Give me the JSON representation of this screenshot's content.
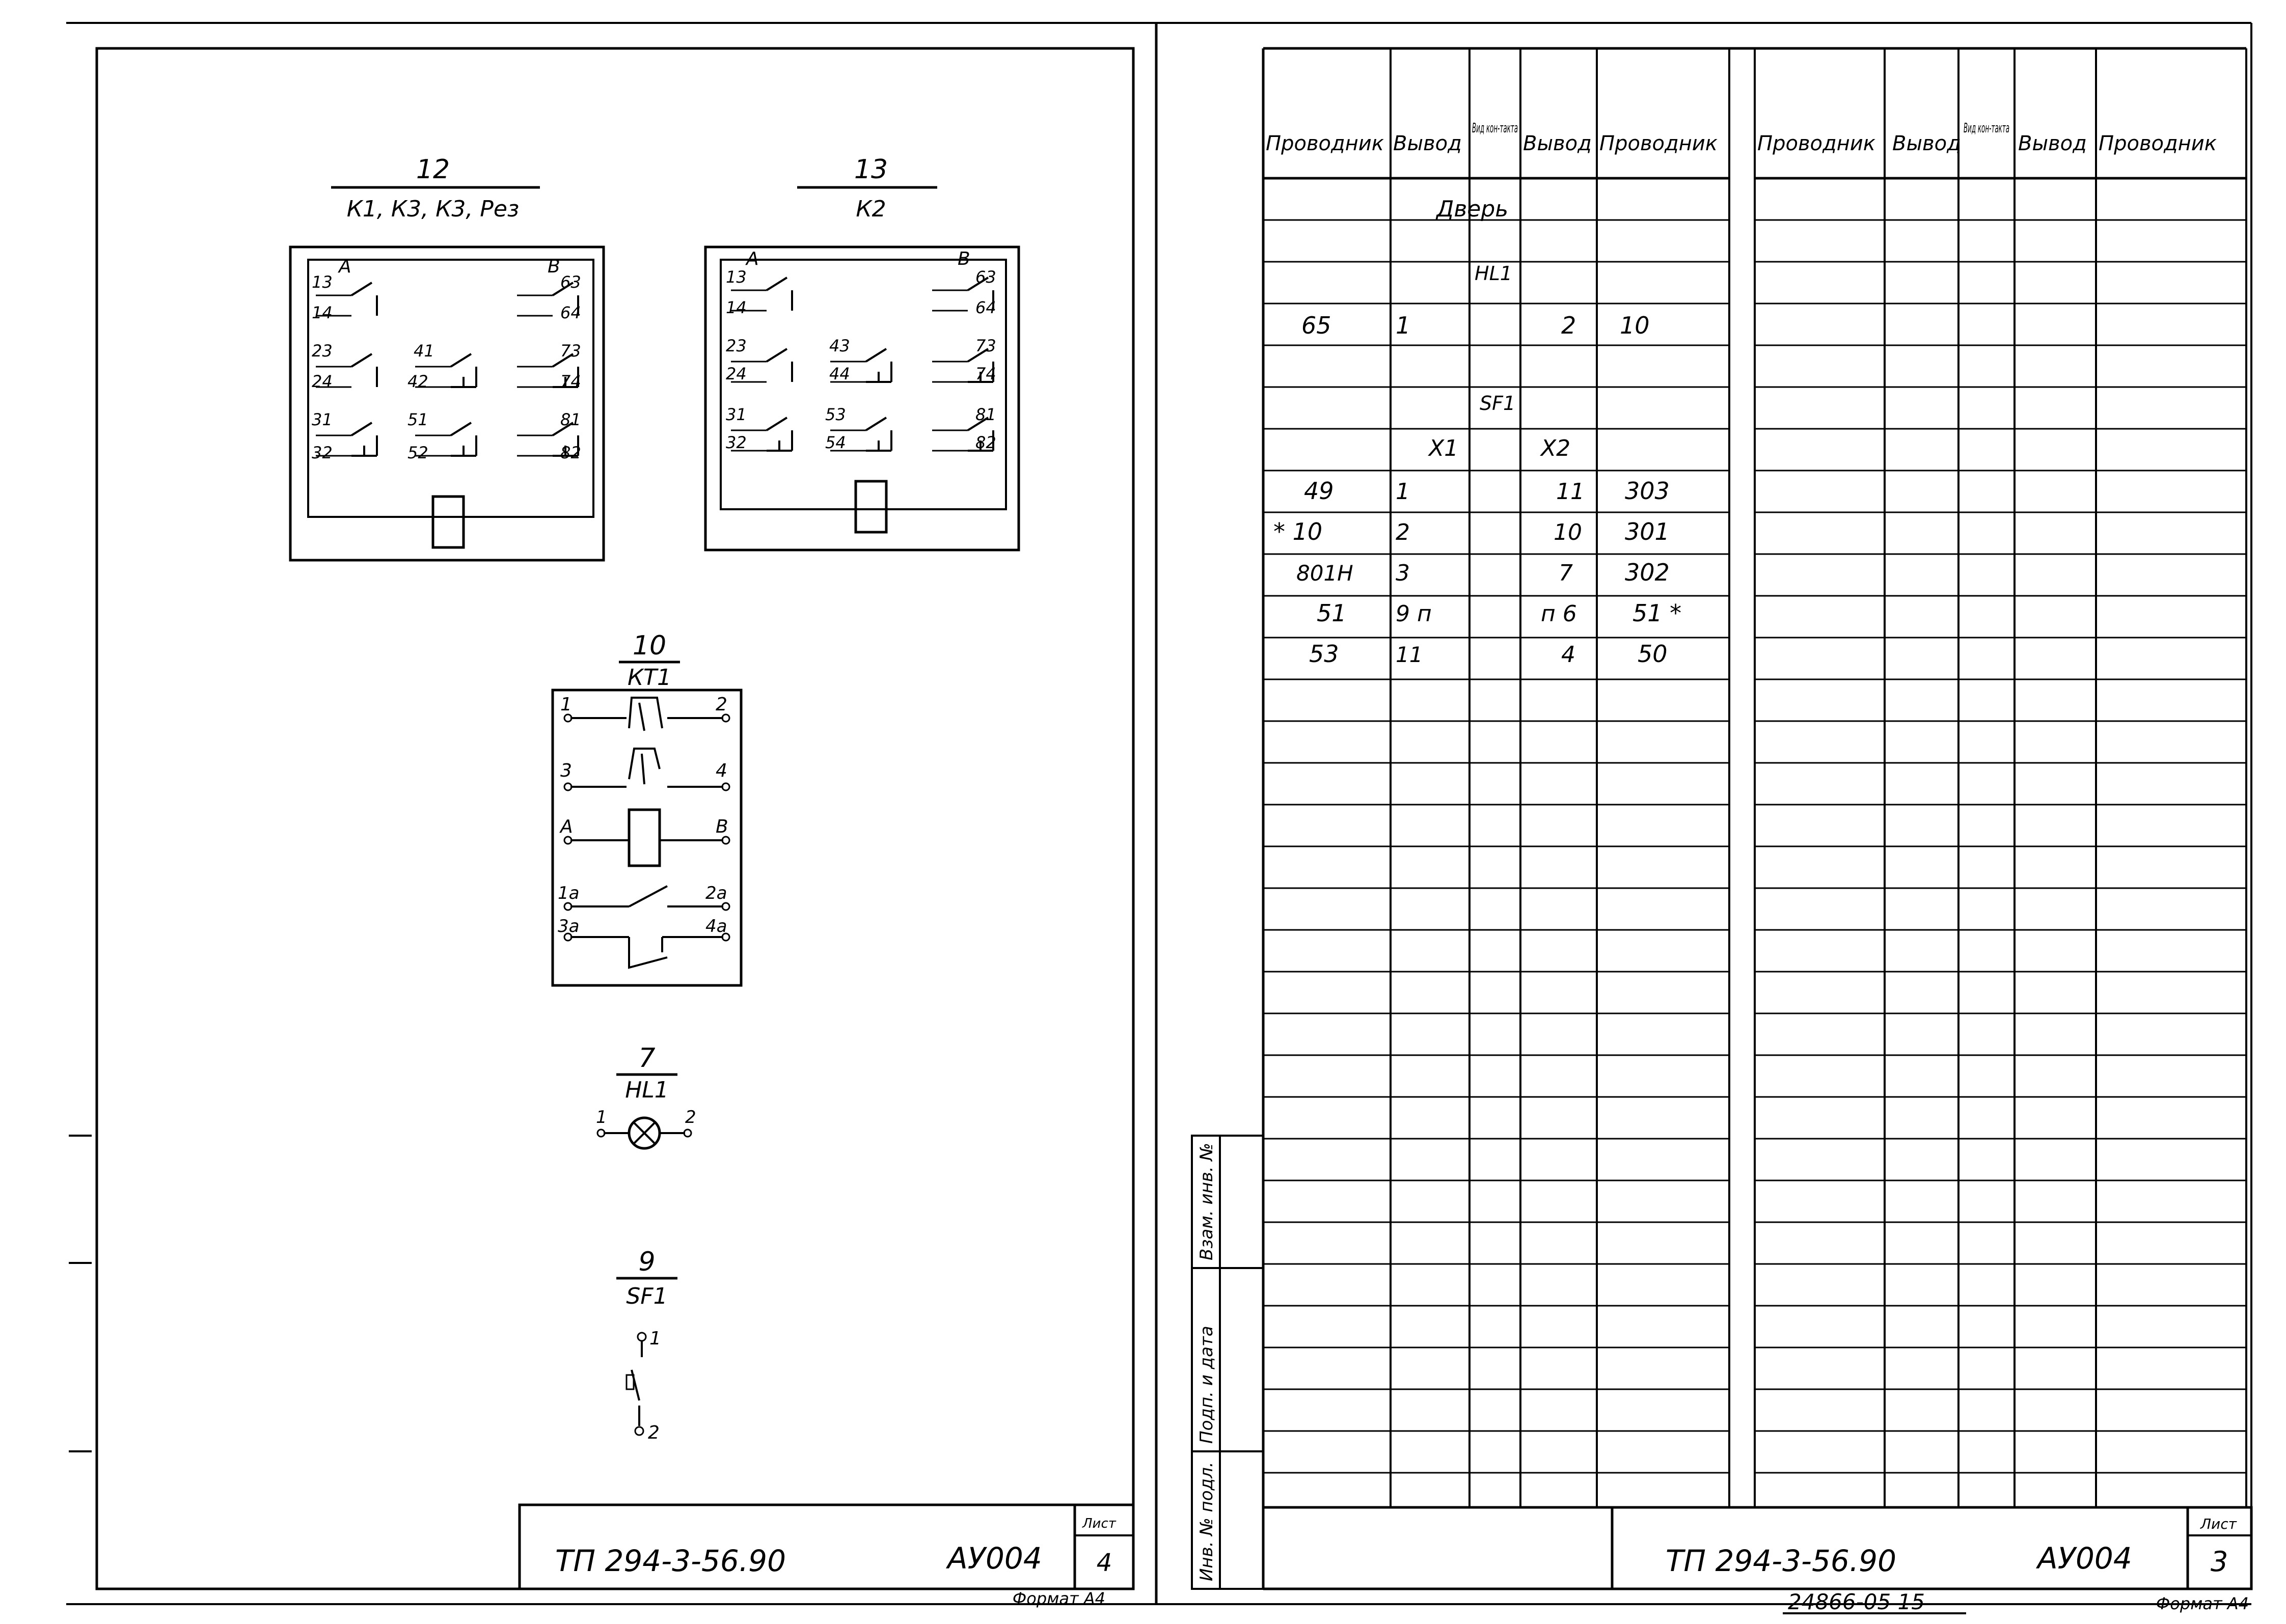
{
  "left_sheet": {
    "blocks": {
      "b12": {
        "number": "12",
        "devices": "К1, К3, К3, Рез",
        "pins": [
          "А",
          "В",
          "13",
          "63",
          "14",
          "64",
          "23",
          "41",
          "73",
          "24",
          "42",
          "74",
          "31",
          "51",
          "81",
          "32",
          "52",
          "82"
        ]
      },
      "b13": {
        "number": "13",
        "devices": "К2",
        "pins": [
          "А",
          "В",
          "13",
          "63",
          "14",
          "64",
          "23",
          "43",
          "73",
          "24",
          "44",
          "74",
          "31",
          "53",
          "81",
          "32",
          "54",
          "82"
        ]
      },
      "b10": {
        "number": "10",
        "devices": "КТ1",
        "pins": [
          "1",
          "2",
          "3",
          "4",
          "А",
          "В",
          "1а",
          "2а",
          "3а",
          "4а"
        ]
      },
      "b7": {
        "number": "7",
        "devices": "HL1",
        "pins": [
          "1",
          "2"
        ]
      },
      "b9": {
        "number": "9",
        "devices": "SF1",
        "pins": [
          "1",
          "2"
        ]
      }
    },
    "stamp": {
      "code": "ТП 294-3-56.90",
      "doc": "АУ004",
      "sheet_label": "Лист",
      "sheet": "4"
    },
    "format": "Формат А4"
  },
  "right_sheet": {
    "headers": [
      "Проводник",
      "Вывод",
      "Вид кон-такта",
      "Вывод",
      "Проводник"
    ],
    "rows": [
      {
        "l": "",
        "lt": "",
        "k": "Дверь",
        "rt": "",
        "r": ""
      },
      {
        "l": "",
        "lt": "",
        "k": "",
        "rt": "",
        "r": ""
      },
      {
        "l": "",
        "lt": "",
        "k": "HL1",
        "rt": "",
        "r": ""
      },
      {
        "l": "65",
        "lt": "1",
        "k": "",
        "rt": "2",
        "r": "10"
      },
      {
        "l": "",
        "lt": "",
        "k": "",
        "rt": "",
        "r": ""
      },
      {
        "l": "",
        "lt": "",
        "k": "SF1",
        "rt": "",
        "r": ""
      },
      {
        "l": "",
        "lt": "X1",
        "k": "",
        "rt": "X2",
        "r": ""
      },
      {
        "l": "49",
        "lt": "1",
        "k": "",
        "rt": "11",
        "r": "303"
      },
      {
        "l": "* 10",
        "lt": "2",
        "k": "",
        "rt": "10",
        "r": "301"
      },
      {
        "l": "801Н",
        "lt": "3",
        "k": "",
        "rt": "7",
        "r": "302"
      },
      {
        "l": "51",
        "lt": "9 п",
        "k": "",
        "rt": "п 6",
        "r": "51 *"
      },
      {
        "l": "53",
        "lt": "11",
        "k": "",
        "rt": "4",
        "r": "50"
      }
    ],
    "side_labels": [
      "Инв. № подл.",
      "Подп. и дата",
      "Взам. инв. №"
    ],
    "stamp": {
      "code": "ТП 294-3-56.90",
      "doc": "АУ004",
      "sheet_label": "Лист",
      "sheet": "3"
    },
    "format": "Формат А4",
    "archive_number": "24866-05 15"
  }
}
